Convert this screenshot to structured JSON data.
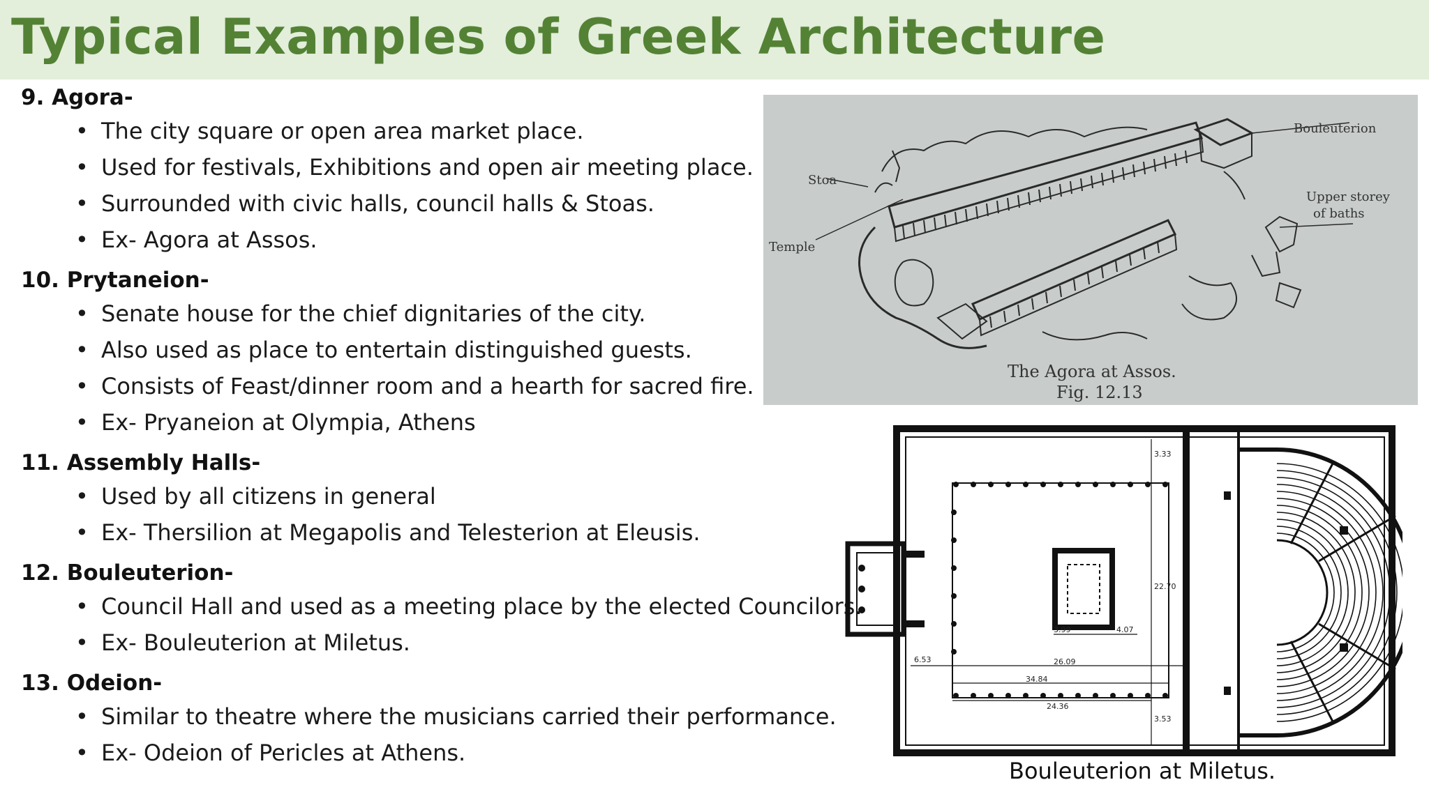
{
  "title": "Typical Examples of Greek Architecture",
  "sections": [
    {
      "heading": "9. Agora-",
      "bullets": [
        "The city square or open area market place.",
        "Used for festivals, Exhibitions and open air meeting place.",
        "Surrounded with civic halls, council halls & Stoas.",
        "Ex- Agora at Assos."
      ]
    },
    {
      "heading": "10. Prytaneion-",
      "bullets": [
        "Senate house for the chief dignitaries of the city.",
        "Also used as place to entertain distinguished guests.",
        "Consists of Feast/dinner room and a hearth for sacred fire.",
        "Ex- Pryaneion at Olympia, Athens"
      ]
    },
    {
      "heading": "11. Assembly Halls-",
      "bullets": [
        "Used by all citizens in general",
        "Ex- Thersilion at Megapolis and Telesterion at Eleusis."
      ]
    },
    {
      "heading": "12. Bouleuterion-",
      "bullets": [
        "Council Hall and used as a meeting place by the elected Councilors.",
        "Ex- Bouleuterion at Miletus."
      ]
    },
    {
      "heading": "13. Odeion-",
      "bullets": [
        "Similar to theatre where the musicians carried their performance.",
        "Ex- Odeion of Pericles at Athens."
      ]
    }
  ],
  "bullet_glyph": "•",
  "agora_figure": {
    "labels": {
      "bouleuterion": "Bouleuterion",
      "stoa": "Stoa",
      "upper_storey_1": "Upper storey",
      "upper_storey_2": "of baths",
      "temple": "Temple"
    },
    "caption_line1": "The Agora at Assos.",
    "caption_line2": "Fig. 12.13"
  },
  "plan_figure": {
    "dims": {
      "d1": "3.99",
      "d2": "4.07",
      "d3": "26.09",
      "d4": "34.84",
      "d5": "24.36",
      "d6": "6.53",
      "d7": "22.70",
      "d8": "3.53",
      "d9": "3.33"
    },
    "caption": "Bouleuterion at Miletus."
  },
  "colors": {
    "title_green": "#548235",
    "title_band": "#e3eedb"
  }
}
